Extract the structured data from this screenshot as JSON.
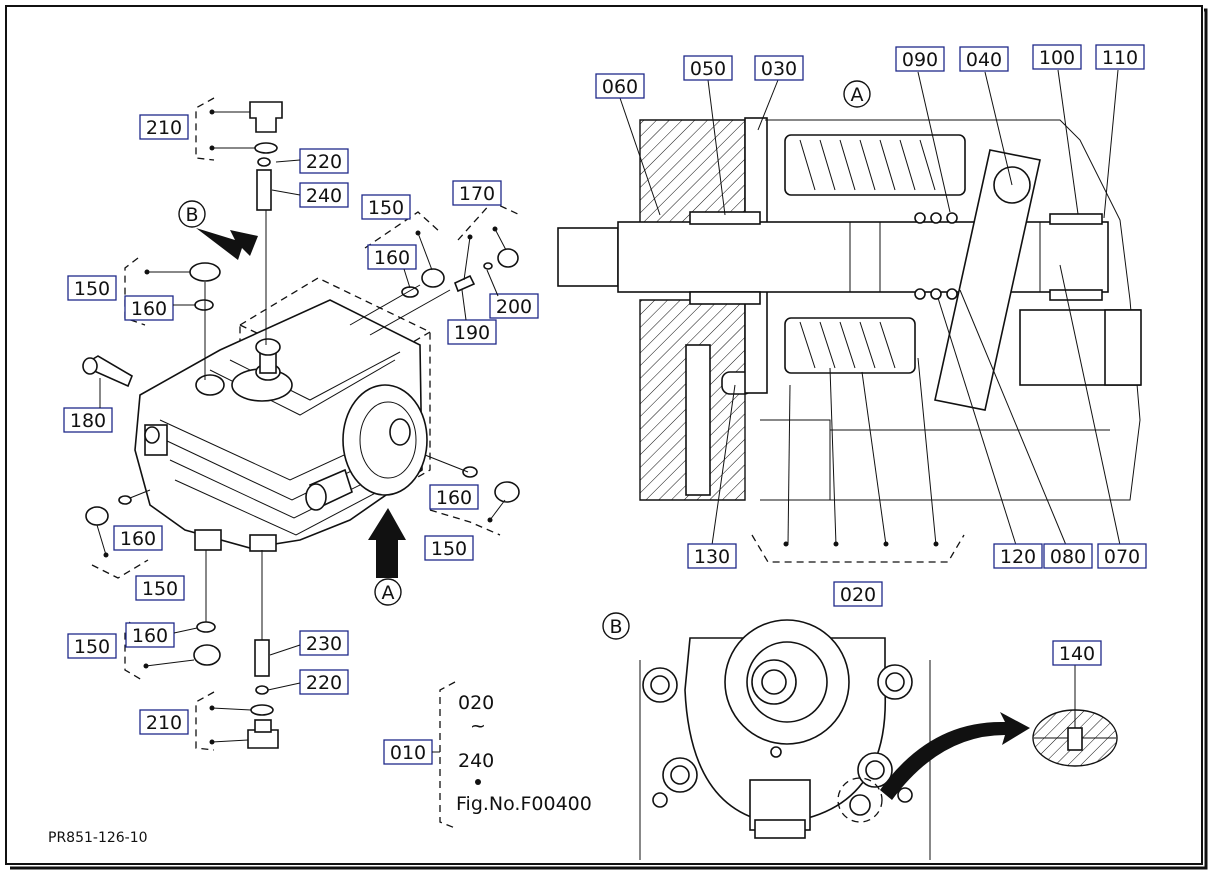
{
  "figure_code": "PR851-126-10",
  "view_markers": {
    "a": "A",
    "b": "B"
  },
  "legend": {
    "ref": "010",
    "from": "020",
    "tilde": "~",
    "to": "240",
    "fig_no": "Fig.No.F00400"
  },
  "callouts": [
    {
      "id": "210"
    },
    {
      "id": "220"
    },
    {
      "id": "240"
    },
    {
      "id": "150"
    },
    {
      "id": "160"
    },
    {
      "id": "170"
    },
    {
      "id": "200"
    },
    {
      "id": "190"
    },
    {
      "id": "180"
    },
    {
      "id": "230"
    },
    {
      "id": "060"
    },
    {
      "id": "050"
    },
    {
      "id": "030"
    },
    {
      "id": "090"
    },
    {
      "id": "040"
    },
    {
      "id": "100"
    },
    {
      "id": "110"
    },
    {
      "id": "130"
    },
    {
      "id": "120"
    },
    {
      "id": "080"
    },
    {
      "id": "070"
    },
    {
      "id": "020"
    },
    {
      "id": "140"
    }
  ],
  "colors": {
    "label_border": "#1f2a8a",
    "ink": "#111111",
    "paper": "#ffffff"
  }
}
